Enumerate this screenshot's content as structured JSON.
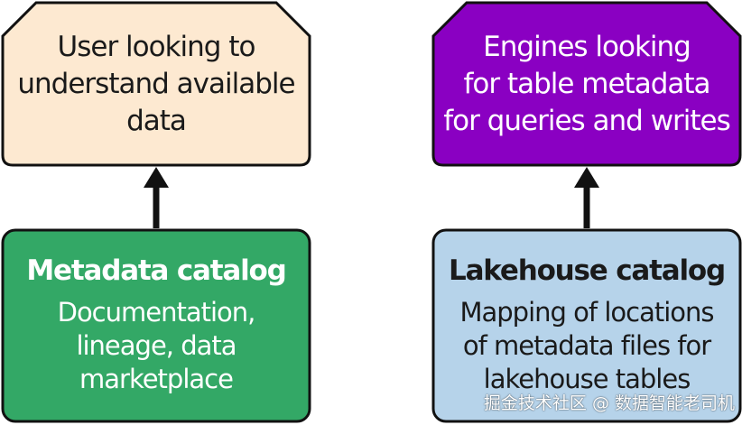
{
  "diagram": {
    "top_left": {
      "lines": [
        "User looking to",
        "understand available",
        "data"
      ],
      "fill": "#fde9d1"
    },
    "top_right": {
      "lines": [
        "Engines looking",
        "for table metadata",
        "for queries and writes"
      ],
      "fill": "#8a00c2"
    },
    "bottom_left": {
      "title": "Metadata catalog",
      "lines": [
        "Documentation,",
        "lineage, data",
        "marketplace"
      ],
      "fill": "#33a866"
    },
    "bottom_right": {
      "title": "Lakehouse catalog",
      "lines": [
        "Mapping of locations",
        "of metadata files for",
        "lakehouse tables"
      ],
      "fill": "#b6d3ea"
    },
    "stroke_color": "#111111"
  },
  "watermark": "掘金技术社区 @ 数据智能老司机"
}
